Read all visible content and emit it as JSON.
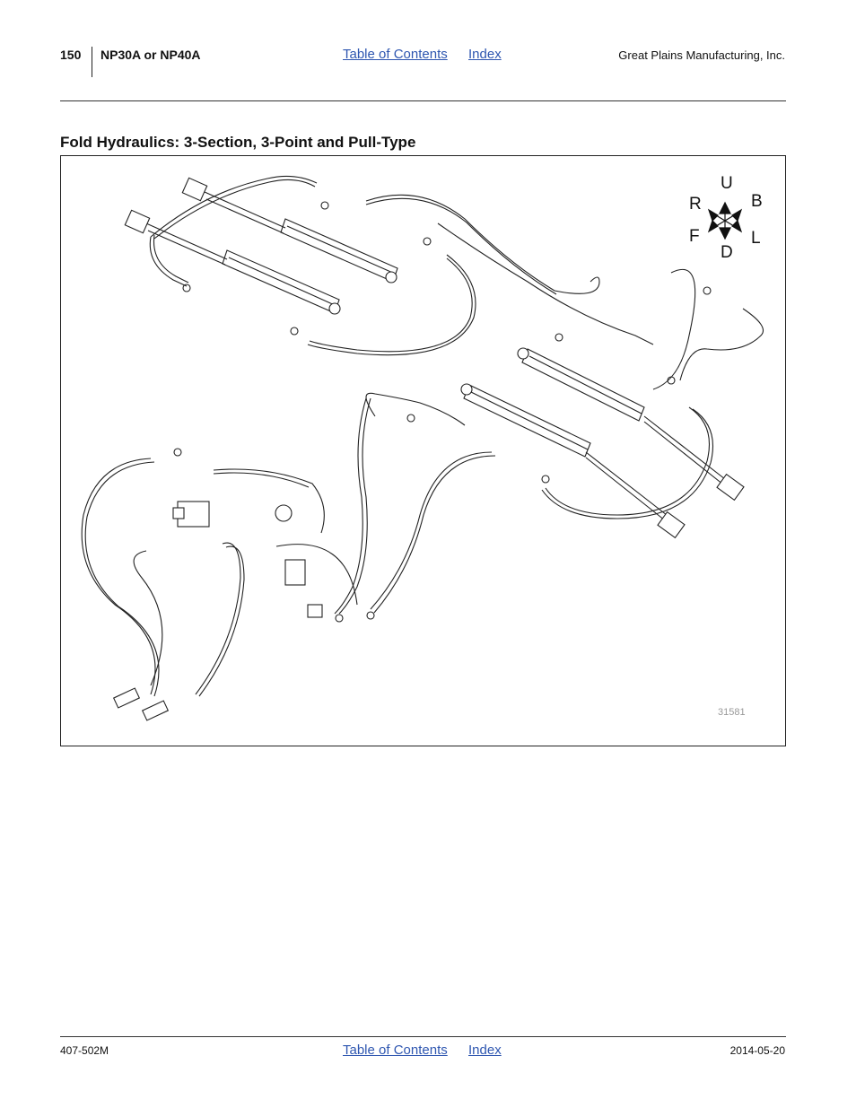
{
  "header": {
    "page_number": "150",
    "document_title": "NP30A or NP40A",
    "toc_link": "Table of Contents",
    "index_link": "Index",
    "company": "Great Plains Manufacturing, Inc."
  },
  "section": {
    "heading": "Fold Hydraulics: 3-Section, 3-Point and Pull-Type"
  },
  "figure": {
    "number": "31581",
    "compass": {
      "up": "U",
      "back": "B",
      "right": "R",
      "front": "F",
      "left": "L",
      "down": "D"
    }
  },
  "footer": {
    "doc_number": "407-502M",
    "toc_link": "Table of Contents",
    "index_link": "Index",
    "date": "2014-05-20"
  }
}
